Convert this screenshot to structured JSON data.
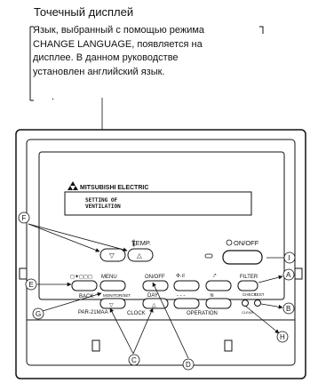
{
  "heading": "Точечный дисплей",
  "note_lines": [
    "Язык, выбранный с помощью режима",
    "CHANGE LANGUAGE, появляется на",
    "дисплее. В данном руководстве",
    "установлен английский язык."
  ],
  "dot": ".",
  "remote": {
    "brand": "MITSUBISHI ELECTRIC",
    "lcd_line1": "SETTING OF",
    "lcd_line2": "VENTILATION",
    "temp_label": "TEMP.",
    "temp_down": "▽",
    "temp_up": "△",
    "on_off_label": "ON/OFF",
    "on_off_small": "ON/OFF",
    "menu_label": "MENU",
    "back_label": "BACK",
    "monitor_label": "MONITOR/SET",
    "day_label": "DAY",
    "clock_label": "CLOCK",
    "operation_label": "OPERATION",
    "filter_label": "FILTER",
    "check_label": "CHECK",
    "test_label": "TEST",
    "clear_label": "CLEAR",
    "model": "PAR-21MAA"
  },
  "callouts": {
    "A": "A",
    "B": "B",
    "C": "C",
    "D": "D",
    "E": "E",
    "F": "F",
    "G": "G",
    "H": "H",
    "I": "I"
  }
}
